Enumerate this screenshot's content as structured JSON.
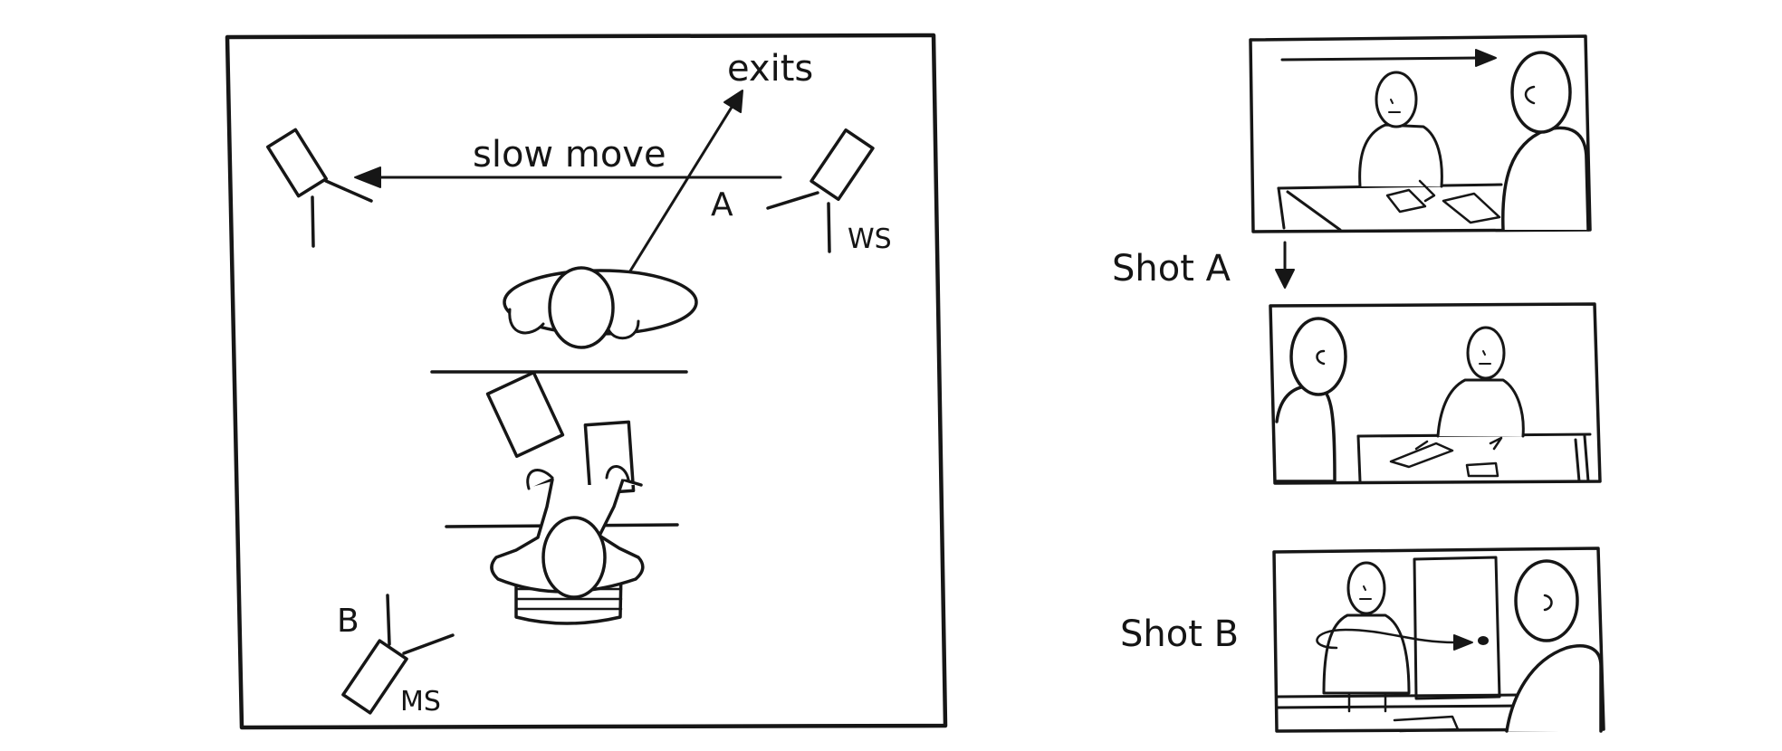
{
  "floor_plan": {
    "labels": {
      "exits": "exits",
      "slow_move": "slow move",
      "camera_a": "A",
      "camera_a_size": "WS",
      "camera_b": "B",
      "camera_b_size": "MS"
    }
  },
  "storyboard": {
    "shot_a_label": "Shot A",
    "shot_b_label": "Shot B"
  }
}
